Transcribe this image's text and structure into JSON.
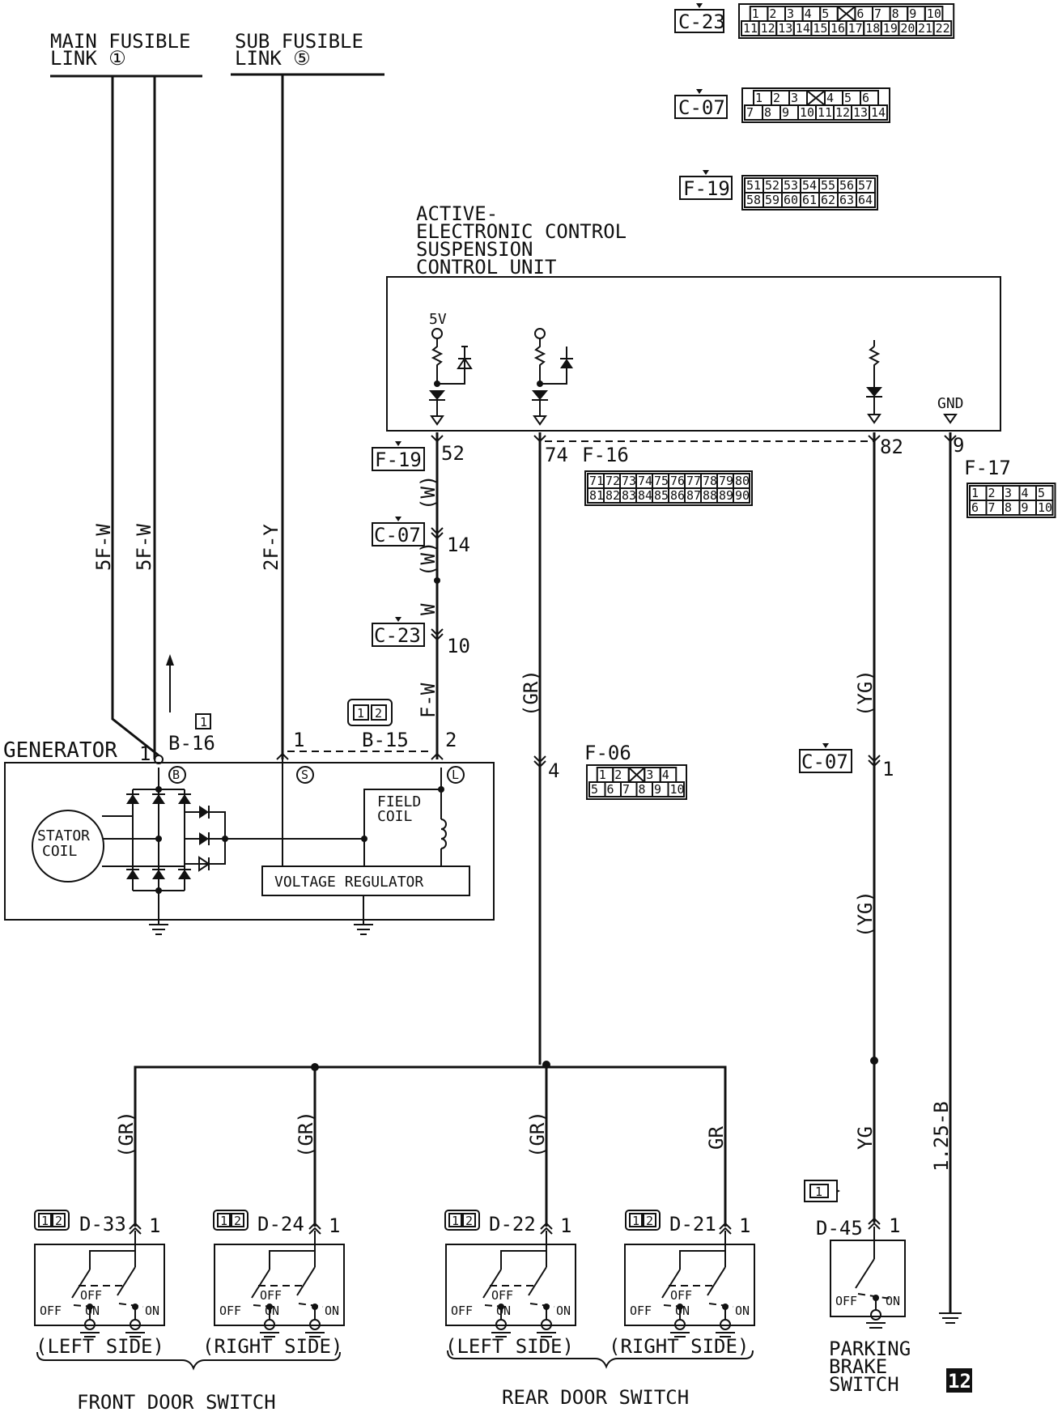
{
  "fusible_links": {
    "main": {
      "line1": "MAIN FUSIBLE",
      "line2": "LINK ①"
    },
    "sub": {
      "line1": "SUB FUSIBLE",
      "line2": "LINK ⑤"
    }
  },
  "control_unit": {
    "title_lines": [
      "ACTIVE-",
      "ELECTRONIC CONTROL",
      "SUSPENSION",
      "CONTROL UNIT"
    ],
    "supply_label": "5V",
    "gnd_label": "GND",
    "terminals": {
      "t52": "52",
      "t74": "74",
      "t82": "82",
      "t9": "9"
    }
  },
  "connector_legend": {
    "c23": {
      "label": "C-23",
      "row1": [
        "1",
        "2",
        "3",
        "4",
        "5",
        "",
        "6",
        "7",
        "8",
        "9",
        "10"
      ],
      "row2": [
        "11",
        "12",
        "13",
        "14",
        "15",
        "16",
        "17",
        "18",
        "19",
        "20",
        "21",
        "22"
      ]
    },
    "c07": {
      "label": "C-07",
      "row1": [
        "1",
        "2",
        "3",
        "",
        "4",
        "5",
        "6"
      ],
      "row2": [
        "7",
        "8",
        "9",
        "10",
        "11",
        "12",
        "13",
        "14"
      ]
    },
    "f19": {
      "label": "F-19",
      "row1": [
        "51",
        "52",
        "53",
        "54",
        "55",
        "56",
        "57"
      ],
      "row2": [
        "58",
        "59",
        "60",
        "61",
        "62",
        "63",
        "64"
      ]
    },
    "f16": {
      "label": "F-16",
      "row1": [
        "71",
        "72",
        "73",
        "74",
        "75",
        "76",
        "77",
        "78",
        "79",
        "80"
      ],
      "row2": [
        "81",
        "82",
        "83",
        "84",
        "85",
        "86",
        "87",
        "88",
        "89",
        "90"
      ]
    },
    "f17": {
      "label": "F-17",
      "row1": [
        "1",
        "2",
        "3",
        "4",
        "5"
      ],
      "row2": [
        "6",
        "7",
        "8",
        "9",
        "10"
      ]
    },
    "f06": {
      "label": "F-06",
      "row1": [
        "1",
        "2",
        "",
        "3",
        "4"
      ],
      "row2": [
        "5",
        "6",
        "7",
        "8",
        "9",
        "10"
      ]
    }
  },
  "wires": {
    "main_a": "5F-W",
    "main_b": "5F-W",
    "sub": "2F-Y",
    "w52_a": "(W)",
    "w52_b": "(W)",
    "w52_c": "W",
    "w52_d": "F-W",
    "w74": "(GR)",
    "w82_a": "(YG)",
    "w82_b": "(YG)",
    "w82_c": "YG",
    "w9": "1.25-B",
    "d33": "(GR)",
    "d24": "(GR)",
    "d22": "(GR)",
    "d21": "GR"
  },
  "inline_connectors": {
    "f19_pin": {
      "label": "F-19",
      "pin": "52"
    },
    "c07_pin": {
      "label": "C-07",
      "pin": "14"
    },
    "c23_pin": {
      "label": "C-23",
      "pin": "10"
    },
    "f16_pin": {
      "label": "F-16",
      "pin": "74"
    },
    "f06_pin": {
      "label": "F-06",
      "pin": "4"
    },
    "c07_yg": {
      "label": "C-07",
      "pin": "1"
    },
    "f17_label": "F-17"
  },
  "generator": {
    "label": "GENERATOR",
    "b16_label": "B-16",
    "b16_pin": "1",
    "b16_mark": "1",
    "b15_label": "B-15",
    "b15_pin1": "1",
    "b15_pin2": "2",
    "b15_icon": [
      "1",
      "2"
    ],
    "term_b": "B",
    "term_s": "S",
    "term_l": "L",
    "stator_line1": "STATOR",
    "stator_line2": "COIL",
    "field_line1": "FIELD",
    "field_line2": "COIL",
    "regulator": "VOLTAGE REGULATOR"
  },
  "door_switches": {
    "front": {
      "title": "FRONT DOOR SWITCH",
      "left": {
        "connector": "D-33",
        "pin": "1",
        "side": "(LEFT SIDE)",
        "icon": [
          "1",
          "2"
        ]
      },
      "right": {
        "connector": "D-24",
        "pin": "1",
        "side": "(RIGHT SIDE)",
        "icon": [
          "1",
          "2"
        ]
      }
    },
    "rear": {
      "title": "REAR DOOR SWITCH",
      "left": {
        "connector": "D-22",
        "pin": "1",
        "side": "(LEFT SIDE)",
        "icon": [
          "1",
          "2"
        ]
      },
      "right": {
        "connector": "D-21",
        "pin": "1",
        "side": "(RIGHT SIDE)",
        "icon": [
          "1",
          "2"
        ]
      }
    },
    "off_label": "OFF",
    "on_label": "ON"
  },
  "parking_brake": {
    "connector": "D-45",
    "pin": "1",
    "icon": "1",
    "lines": [
      "PARKING",
      "BRAKE",
      "SWITCH"
    ]
  },
  "page_number": "12"
}
